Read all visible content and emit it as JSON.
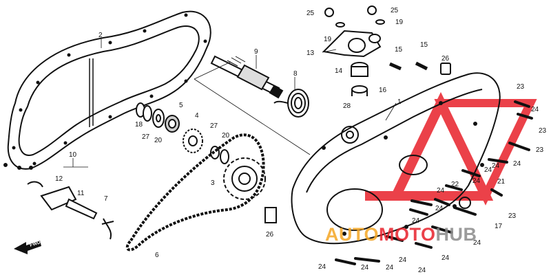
{
  "callouts": [
    "1",
    "2",
    "3",
    "4",
    "5",
    "6",
    "7",
    "8",
    "9",
    "10",
    "11",
    "12",
    "13",
    "14",
    "15",
    "15",
    "16",
    "17",
    "18",
    "19",
    "19",
    "20",
    "20",
    "21",
    "22",
    "23",
    "23",
    "23",
    "23",
    "24",
    "24",
    "24",
    "24",
    "24",
    "24",
    "24",
    "24",
    "24",
    "24",
    "24",
    "24",
    "24",
    "24",
    "24",
    "25",
    "25",
    "26",
    "26",
    "27",
    "27",
    "28"
  ],
  "fwd_label": "FWD",
  "watermark": {
    "part1": "AUTO",
    "part2": "MOTO",
    "part3": "HUB",
    "color_orange": "#f5a623",
    "color_red": "#e8202a",
    "color_gray": "#8a8a8a"
  }
}
